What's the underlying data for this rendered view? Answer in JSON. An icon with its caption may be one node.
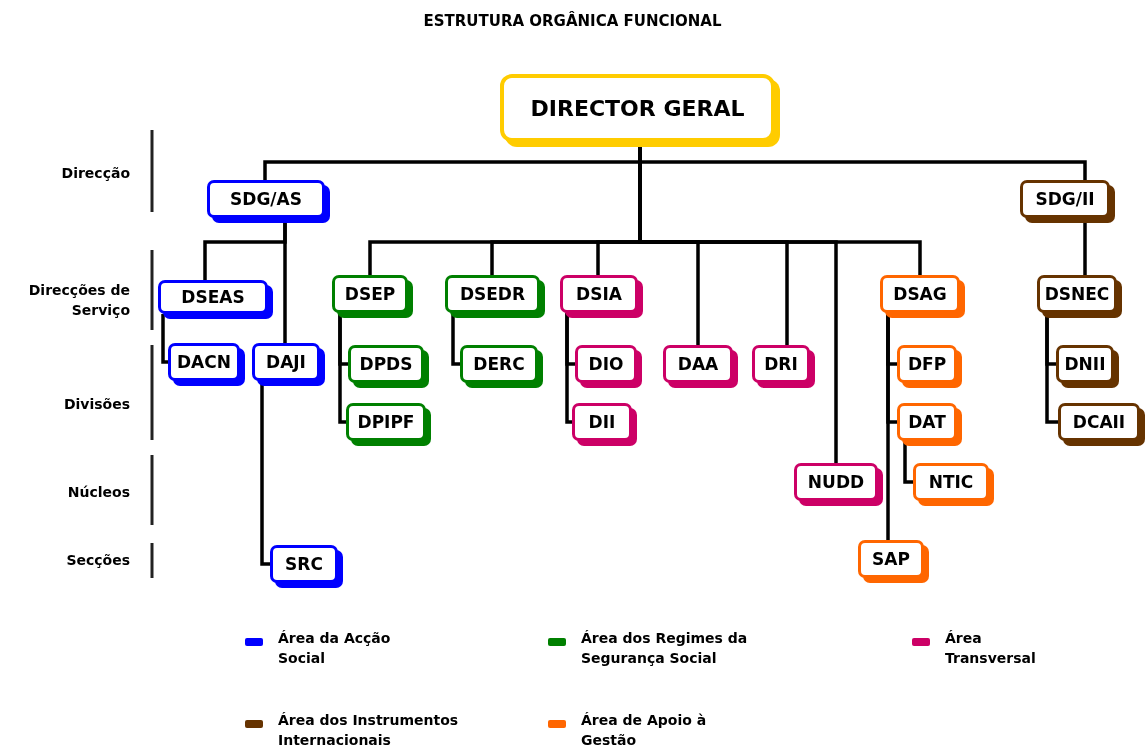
{
  "diagram": {
    "title": "ESTRUTURA ORGÂNICA FUNCIONAL",
    "nodes": [
      {
        "text": [
          "DIRECTOR GERAL"
        ]
      },
      {
        "text": [
          "SDG/AS"
        ]
      },
      {
        "text": [
          "SDG/II"
        ]
      },
      {
        "text": [
          "DSEAS"
        ]
      },
      {
        "text": [
          "DSEP"
        ]
      },
      {
        "text": [
          "DSEDR"
        ]
      },
      {
        "text": [
          "DSIA"
        ]
      },
      {
        "text": [
          "DSAG"
        ]
      },
      {
        "text": [
          "DSNEC"
        ]
      },
      {
        "text": [
          "DACN"
        ]
      },
      {
        "text": [
          "DAJI"
        ]
      },
      {
        "text": [
          "DPDS"
        ]
      },
      {
        "text": [
          "DERC"
        ]
      },
      {
        "text": [
          "DIO"
        ]
      },
      {
        "text": [
          "DAA"
        ]
      },
      {
        "text": [
          "DRI"
        ]
      },
      {
        "text": [
          "DFP"
        ]
      },
      {
        "text": [
          "DNII"
        ]
      },
      {
        "text": [
          "DPIPF"
        ]
      },
      {
        "text": [
          "DII"
        ]
      },
      {
        "text": [
          "DAT"
        ]
      },
      {
        "text": [
          "DCAII"
        ]
      },
      {
        "text": [
          "NUDD"
        ]
      },
      {
        "text": [
          "NTIC"
        ]
      },
      {
        "text": [
          "SRC"
        ]
      },
      {
        "text": [
          "SAP"
        ]
      }
    ],
    "edges": [
      {
        "from": 0,
        "to": 1,
        "arrow": "none"
      },
      {
        "from": 0,
        "to": 2,
        "arrow": "none"
      },
      {
        "from": 0,
        "to": 4,
        "arrow": "none"
      },
      {
        "from": 0,
        "to": 5,
        "arrow": "none"
      },
      {
        "from": 0,
        "to": 6,
        "arrow": "none"
      },
      {
        "from": 0,
        "to": 14,
        "arrow": "none"
      },
      {
        "from": 0,
        "to": 15,
        "arrow": "none"
      },
      {
        "from": 0,
        "to": 22,
        "arrow": "none"
      },
      {
        "from": 0,
        "to": 7,
        "arrow": "none"
      },
      {
        "from": 1,
        "to": 3,
        "arrow": "none"
      },
      {
        "from": 1,
        "to": 10,
        "arrow": "none"
      },
      {
        "from": 3,
        "to": 9,
        "arrow": "none"
      },
      {
        "from": 10,
        "to": 24,
        "arrow": "none"
      },
      {
        "from": 4,
        "to": 11,
        "arrow": "none"
      },
      {
        "from": 4,
        "to": 18,
        "arrow": "none"
      },
      {
        "from": 5,
        "to": 12,
        "arrow": "none"
      },
      {
        "from": 6,
        "to": 13,
        "arrow": "none"
      },
      {
        "from": 6,
        "to": 19,
        "arrow": "none"
      },
      {
        "from": 7,
        "to": 16,
        "arrow": "none"
      },
      {
        "from": 7,
        "to": 20,
        "arrow": "none"
      },
      {
        "from": 7,
        "to": 25,
        "arrow": "none"
      },
      {
        "from": 20,
        "to": 23,
        "arrow": "none"
      },
      {
        "from": 2,
        "to": 8,
        "arrow": "none"
      },
      {
        "from": 8,
        "to": 17,
        "arrow": "none"
      },
      {
        "from": 8,
        "to": 21,
        "arrow": "none"
      }
    ],
    "labels": [
      "Direcção",
      "Direcções de Serviço",
      "Divisões",
      "Núcleos",
      "Secções"
    ],
    "legend": [
      {
        "text": "Área da Acção Social",
        "color": "#0000ff"
      },
      {
        "text": "Área dos Regimes da Segurança Social",
        "color": "#008000"
      },
      {
        "text": "Área Transversal",
        "color": "#cc0066"
      },
      {
        "text": "Área dos Instrumentos Internacionais",
        "color": "#663300"
      },
      {
        "text": "Área de Apoio à Gestão",
        "color": "#ff6600"
      }
    ]
  }
}
